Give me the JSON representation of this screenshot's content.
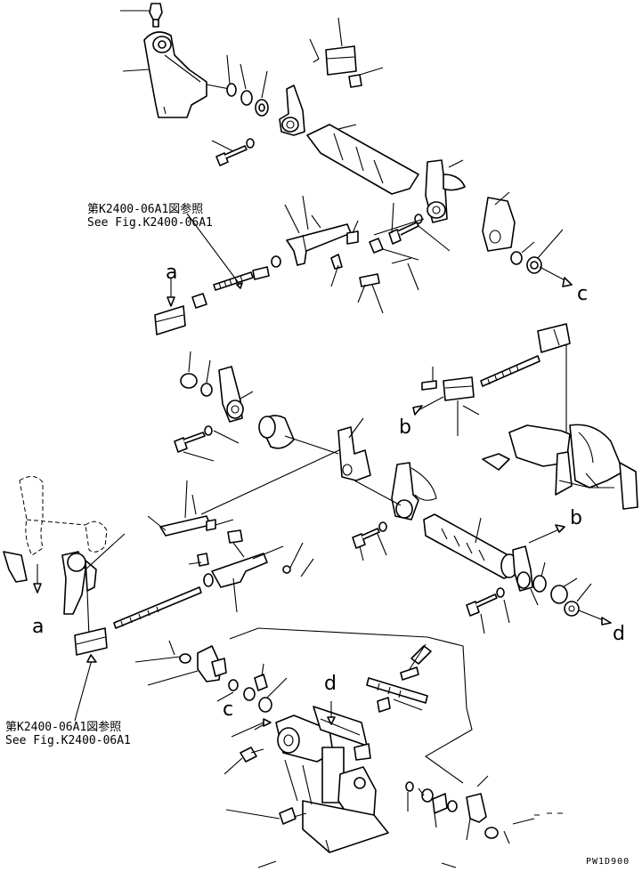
{
  "references": [
    {
      "line1": "第K2400-06A1図参照",
      "line2": "See Fig.K2400-06A1"
    },
    {
      "line1": "第K2400-06A1図参照",
      "line2": "See Fig.K2400-06A1"
    }
  ],
  "callout_letters": {
    "a_top": "a",
    "a_left": "a",
    "b_mid": "b",
    "b_right": "b",
    "c_top": "c",
    "c_bottom": "c",
    "d_right": "d",
    "d_bottom": "d"
  },
  "drawing_code": "PW1D900"
}
